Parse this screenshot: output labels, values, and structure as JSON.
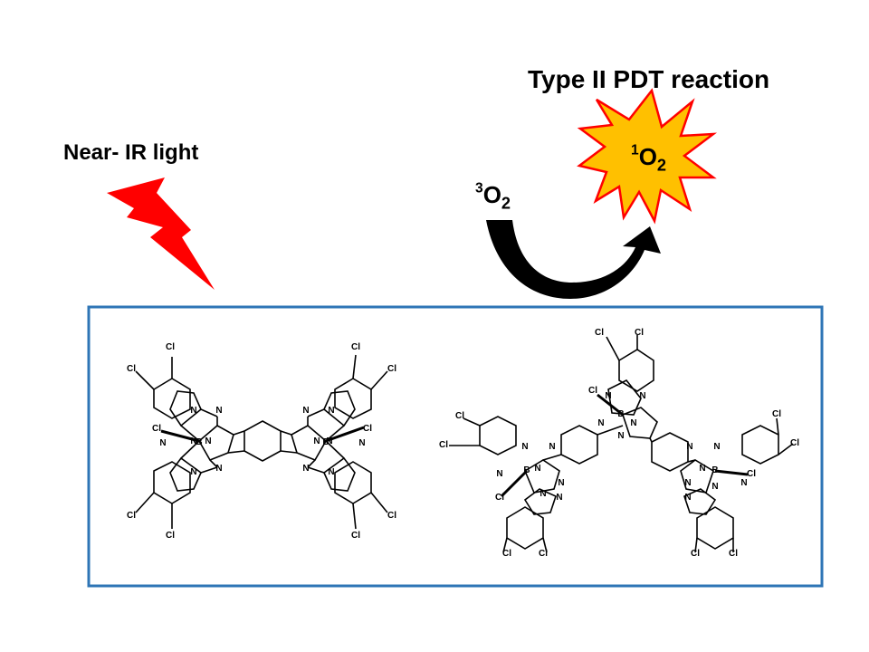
{
  "title": "Type II PDT reaction",
  "light_label": "Near- IR light",
  "triplet_oxygen": {
    "superscript": "3",
    "symbol": "O",
    "subscript": "2"
  },
  "singlet_oxygen": {
    "superscript": "1",
    "symbol": "O",
    "subscript": "2"
  },
  "colors": {
    "lightning": "#ff0000",
    "starburst_fill": "#ffc000",
    "starburst_stroke": "#ff0000",
    "box_border": "#2e75b6",
    "arrow": "#000000"
  },
  "icons": [
    "lightning-bolt-icon",
    "starburst-icon",
    "curved-arrow-icon"
  ],
  "atom_labels": {
    "chlorine": "Cl",
    "nitrogen": "N",
    "boron": "B"
  }
}
